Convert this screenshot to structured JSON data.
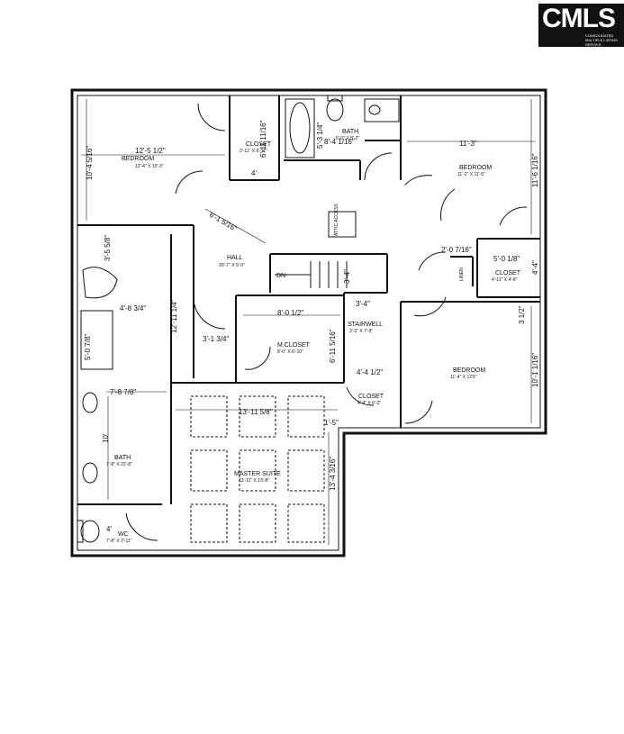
{
  "logo": {
    "text": "CMLS",
    "subtext_line1": "CONSOLIDATED",
    "subtext_line2": "MULTIPLE LISTING SERVICE"
  },
  "rooms": {
    "bedroom_nw": {
      "name": "BEDROOM",
      "size": "12'-4\" X 10'-3\""
    },
    "closet_nw": {
      "name": "CLOSET",
      "size": "3'-11\" X 6'-11\""
    },
    "bath_top": {
      "name": "BATH",
      "size": "5'-0\" X 8'-2\""
    },
    "bedroom_ne": {
      "name": "BEDROOM",
      "size": "11'-2\" X 11'-5\""
    },
    "closet_e": {
      "name": "CLOSET",
      "size": "4'-11\" X 4'-8\""
    },
    "hall": {
      "name": "HALL",
      "size": "20'-7\" X 9'-0\""
    },
    "stairwell": {
      "name": "STAIRWELL",
      "size": "3'-3\" X 7'-9\""
    },
    "m_closet": {
      "name": "M.CLOSET",
      "size": "8'-0\" X 6'-10\""
    },
    "bedroom_se": {
      "name": "BEDROOM",
      "size": "11'-4\" X 12'6\""
    },
    "closet_se": {
      "name": "CLOSET",
      "size": "4'-4\" X 6'-2\""
    },
    "master": {
      "name": "MASTER SUITE",
      "size": "13'-11\" X 13'-8\""
    },
    "bath_master": {
      "name": "BATH",
      "size": "7'-8\" X 22'-8\""
    },
    "wc": {
      "name": "WC",
      "size": "7'-8\" X 2'-11\""
    }
  },
  "labels": {
    "dn": "DN",
    "linen": "LINEN",
    "attic": "ATTIC ACCESS"
  },
  "dimensions": [
    "12'-5 1/2\"",
    "10'-4 5/16\"",
    "6'-11 11/16\"",
    "4'",
    "5'-3 1/4\"",
    "8'-4 1/16\"",
    "11'-3\"",
    "11'-6 1/16\"",
    "6'-1 5/16\"",
    "2'-0 7/16\"",
    "5'-0 1/8\"",
    "4'-4\"",
    "3'-5 5/8\"",
    "4'-8 3/4\"",
    "5'-0 7/8\"",
    "12'-11 1/4\"",
    "8'-0 1/2\"",
    "3'-4\"",
    "3'-4\"",
    "3 1/2\"",
    "3'-1 3/4\"",
    "6'-11 5/16\"",
    "4'-4 1/2\"",
    "10'-1 1/16\"",
    "7'-8 7/8\"",
    "13'-11 5/8\"",
    "1'-5\"",
    "10'",
    "13'-4 3/16\"",
    "4'"
  ]
}
